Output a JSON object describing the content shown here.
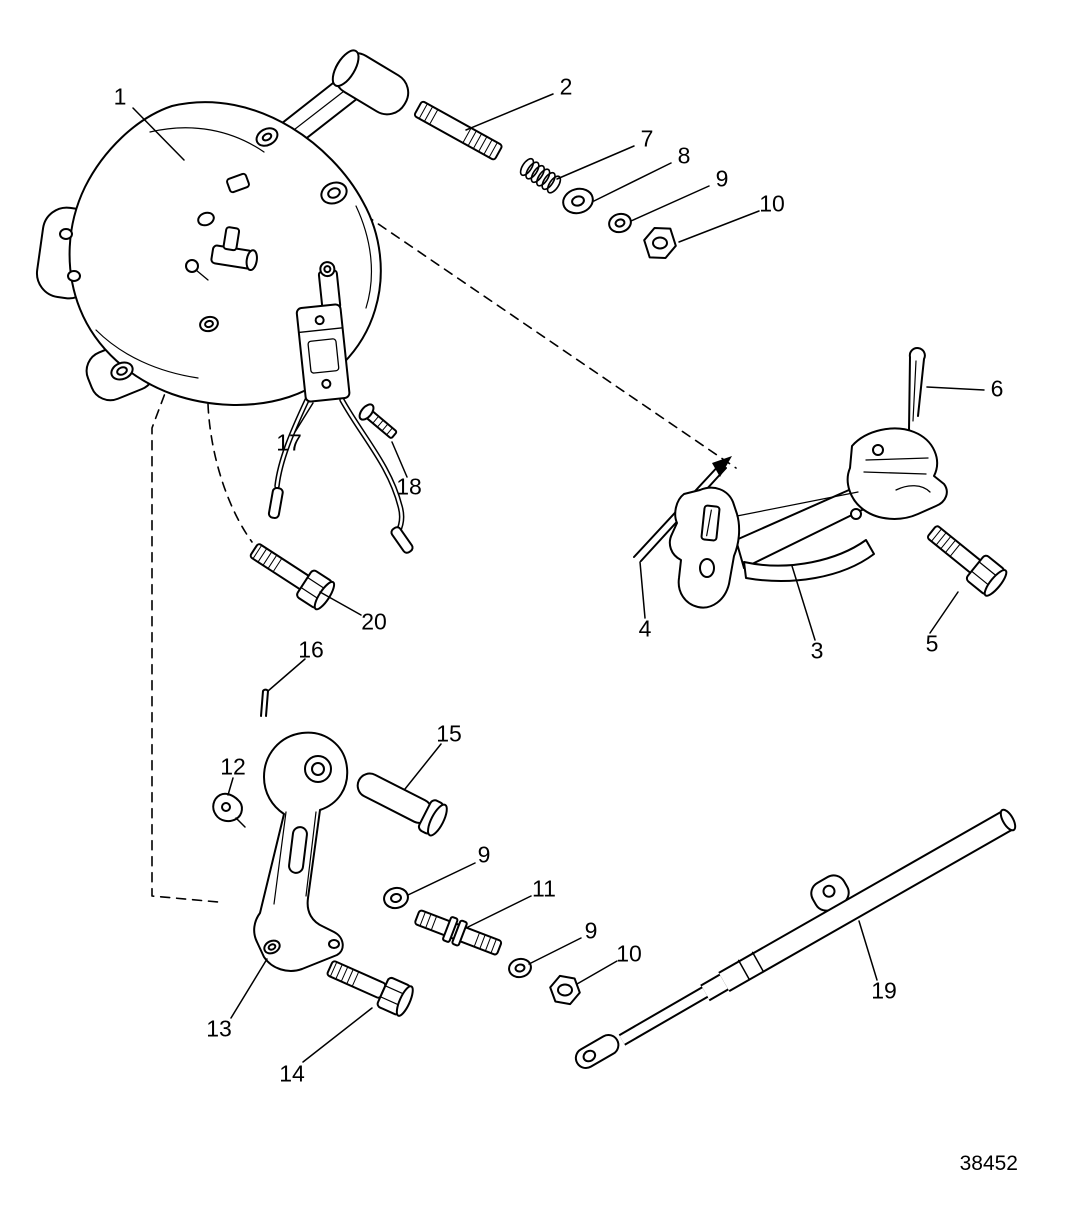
{
  "figure": {
    "number": "38452"
  },
  "colors": {
    "line": "#000000",
    "background": "#ffffff"
  },
  "callouts": [
    {
      "id": "callout-1",
      "label": "1"
    },
    {
      "id": "callout-2",
      "label": "2"
    },
    {
      "id": "callout-7",
      "label": "7"
    },
    {
      "id": "callout-8",
      "label": "8"
    },
    {
      "id": "callout-9a",
      "label": "9"
    },
    {
      "id": "callout-10a",
      "label": "10"
    },
    {
      "id": "callout-6",
      "label": "6"
    },
    {
      "id": "callout-17",
      "label": "17"
    },
    {
      "id": "callout-18",
      "label": "18"
    },
    {
      "id": "callout-20",
      "label": "20"
    },
    {
      "id": "callout-16",
      "label": "16"
    },
    {
      "id": "callout-4",
      "label": "4"
    },
    {
      "id": "callout-3",
      "label": "3"
    },
    {
      "id": "callout-5",
      "label": "5"
    },
    {
      "id": "callout-15",
      "label": "15"
    },
    {
      "id": "callout-12",
      "label": "12"
    },
    {
      "id": "callout-9b",
      "label": "9"
    },
    {
      "id": "callout-11",
      "label": "11"
    },
    {
      "id": "callout-9c",
      "label": "9"
    },
    {
      "id": "callout-10b",
      "label": "10"
    },
    {
      "id": "callout-13",
      "label": "13"
    },
    {
      "id": "callout-14",
      "label": "14"
    },
    {
      "id": "callout-19",
      "label": "19"
    }
  ]
}
